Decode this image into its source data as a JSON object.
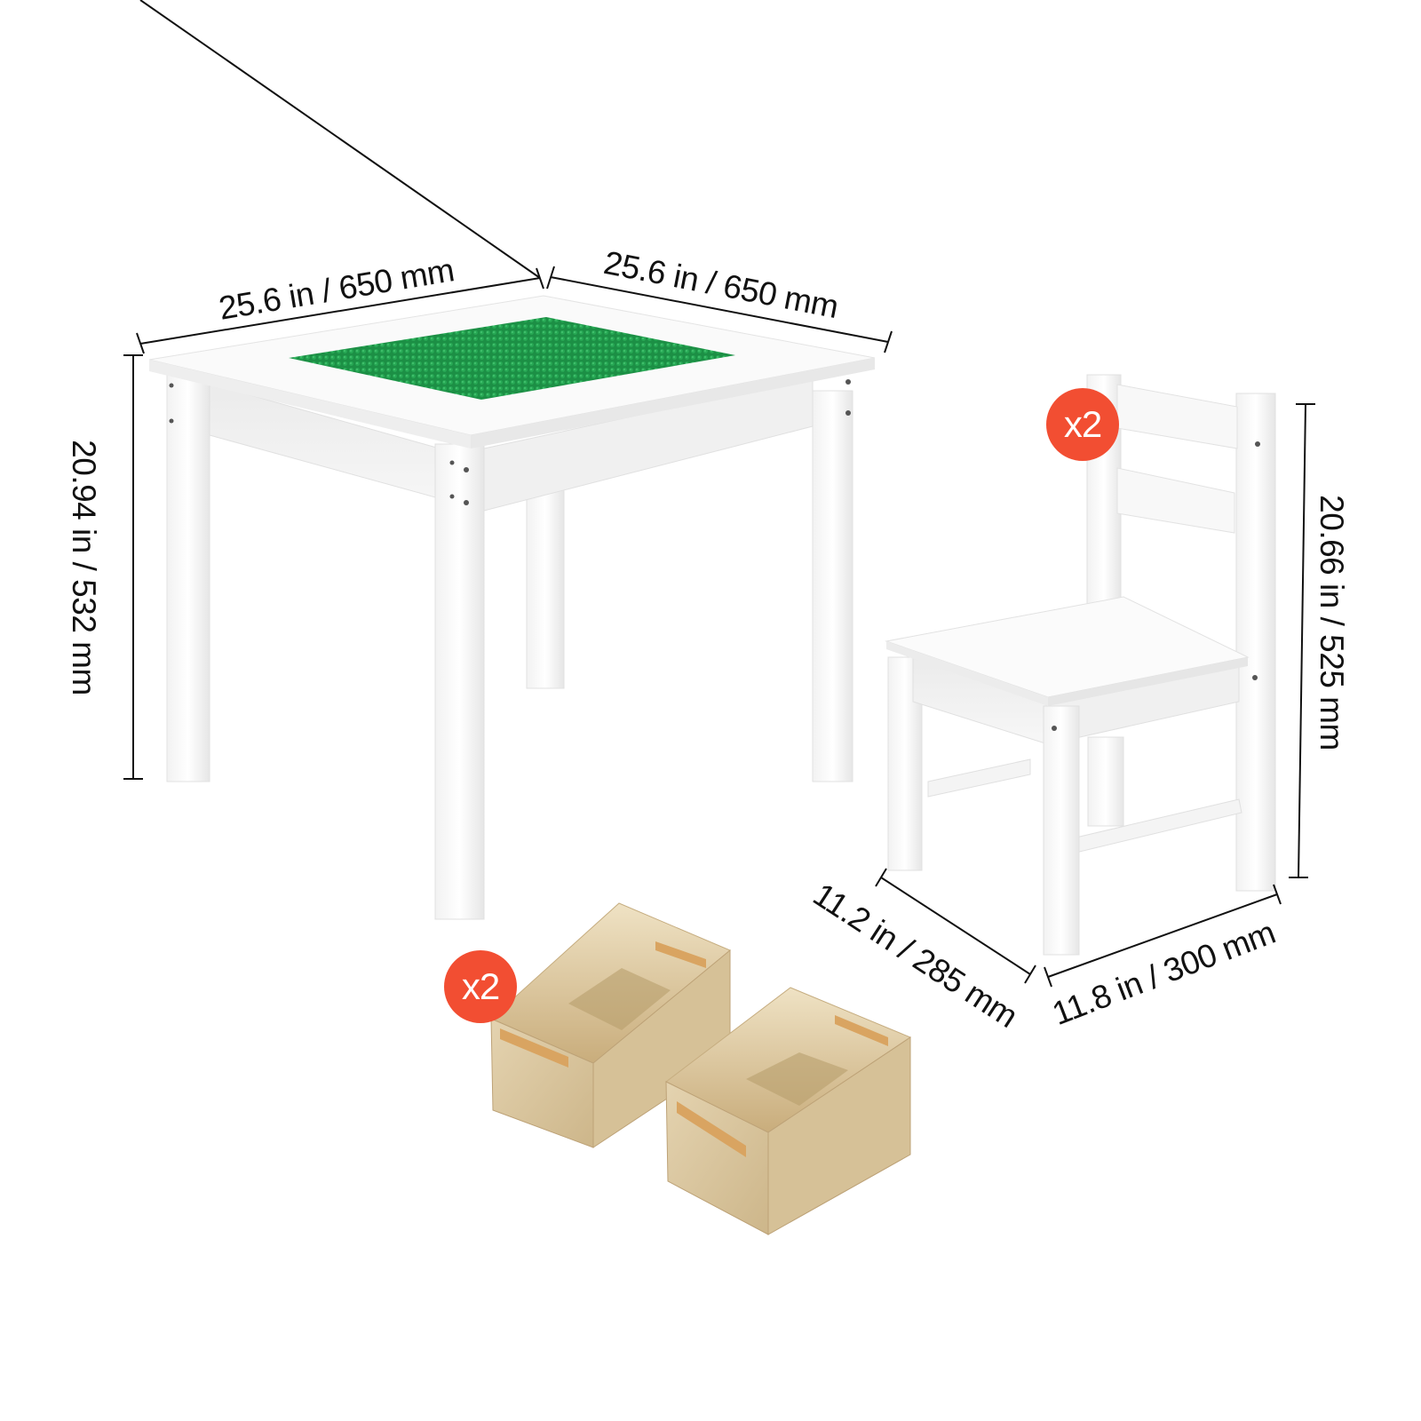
{
  "image": {
    "background": "#ffffff",
    "subject": "Kids table and chair set with storage baskets - dimensions"
  },
  "products": {
    "table": {
      "label": "table",
      "top_color": "#ffffff",
      "building_plate_color": "#1f9a4c"
    },
    "chair": {
      "label": "chair",
      "quantity_badge": "x2",
      "color": "#ffffff"
    },
    "baskets": {
      "label": "storage-basket",
      "quantity_badge": "x2",
      "color": "#d9c6a0",
      "handle_color": "#d9a461"
    }
  },
  "dimensions": {
    "table_width": "25.6 in / 650 mm",
    "table_depth": "25.6 in / 650 mm",
    "table_height": "20.94 in / 532 mm",
    "chair_height": "20.66 in / 525 mm",
    "chair_depth": "11.2 in / 285 mm",
    "chair_width": "11.8 in / 300 mm"
  },
  "badges": {
    "chair_qty": "x2",
    "basket_qty": "x2",
    "badge_color": "#f24e32"
  }
}
